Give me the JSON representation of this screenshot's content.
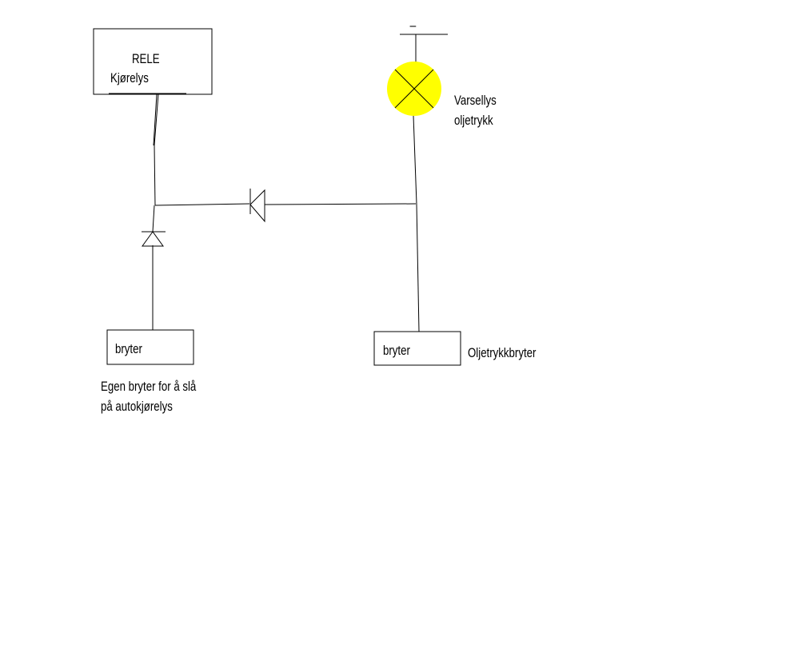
{
  "relay": {
    "title": "RELE",
    "subtitle": "Kjørelys"
  },
  "warning_lamp": {
    "label_line1": "Varsellys",
    "label_line2": "oljetrykk",
    "fill_color": "#ffff00"
  },
  "ground_symbol": {
    "mark": "_"
  },
  "switch_left": {
    "label": "bryter",
    "note_line1": "Egen bryter for å slå",
    "note_line2": "på autokjørelys"
  },
  "switch_right": {
    "label": "bryter",
    "name": "Oljetrykkbryter"
  },
  "colors": {
    "line": "#000000",
    "background": "#ffffff"
  }
}
